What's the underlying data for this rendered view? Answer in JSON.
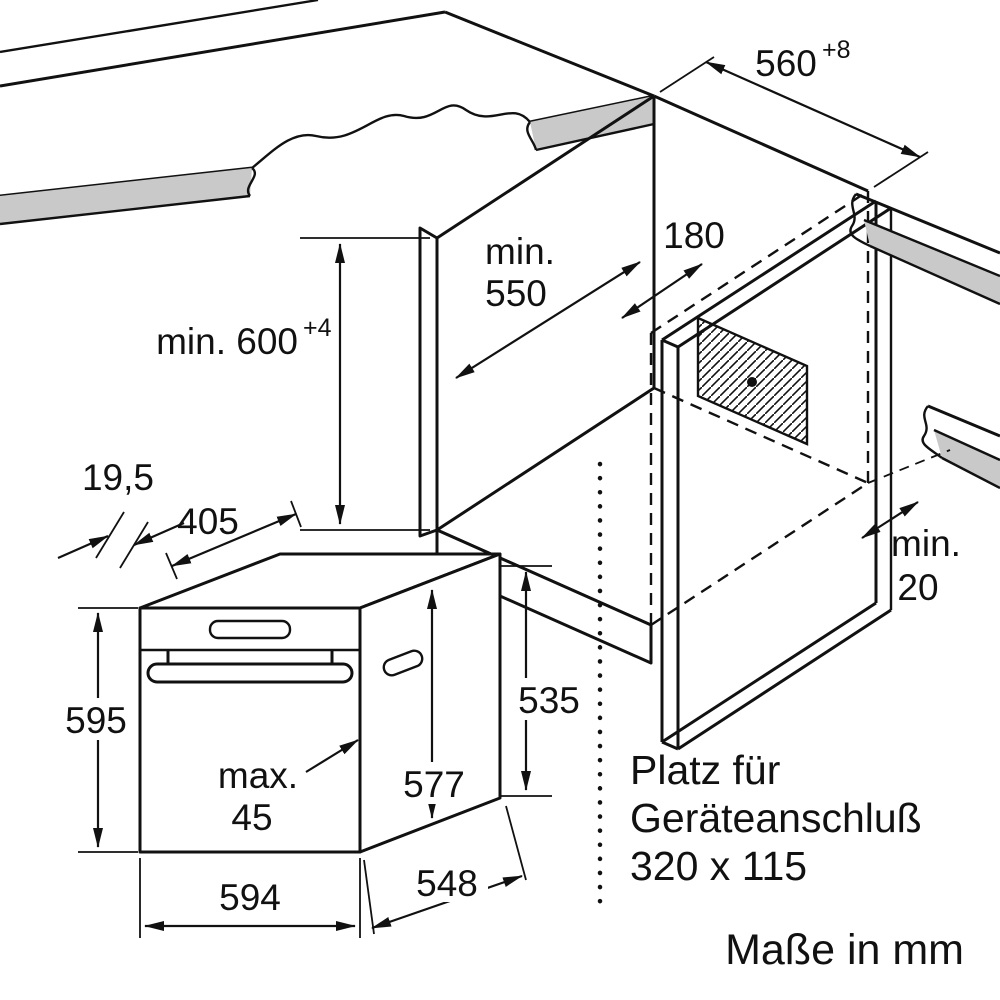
{
  "colors": {
    "line": "#111111",
    "counter_edge": "#c9c9c9",
    "background": "#ffffff"
  },
  "dimensions": {
    "niche_width": {
      "value": "560",
      "tolerance": "+8"
    },
    "niche_height": {
      "value": "min. 600",
      "tolerance": "+4"
    },
    "niche_depth": {
      "line1": "min.",
      "line2": "550"
    },
    "connection_offset": "180",
    "rear_clearance": {
      "line1": "min.",
      "line2": "20"
    },
    "front_overhang": "19,5",
    "door_depth": "405",
    "oven_height": "595",
    "handle_protrusion": {
      "line1": "max.",
      "line2": "45"
    },
    "body_height": "577",
    "rear_height": "535",
    "oven_width": "594",
    "oven_depth": "548"
  },
  "notes": {
    "connection_line1": "Platz für",
    "connection_line2": "Geräteanschluß",
    "connection_line3": "320 x 115",
    "units": "Maße in mm"
  }
}
